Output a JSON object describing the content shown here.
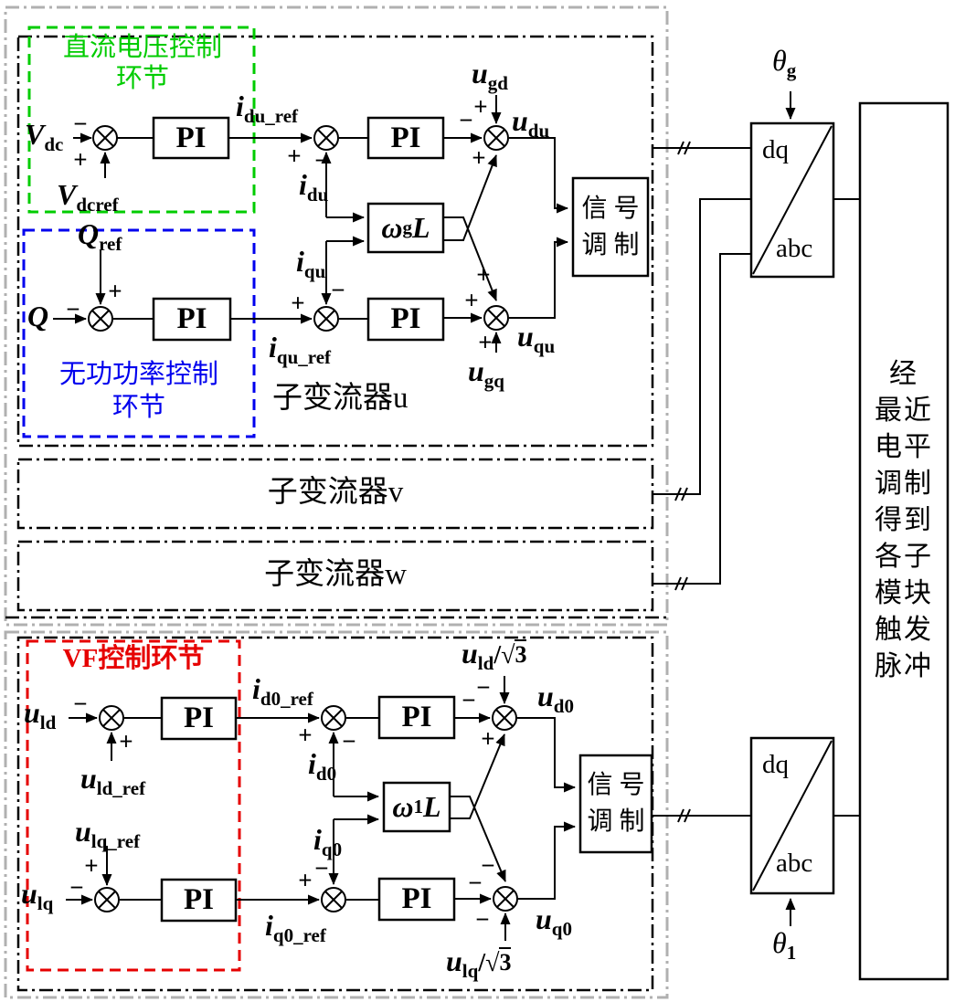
{
  "colors": {
    "green": "#00cc00",
    "blue": "#0000ee",
    "red": "#e60000",
    "gray_border": "#b0b0b0",
    "line": "#000000"
  },
  "signs": {
    "plus": "+",
    "minus": "−"
  },
  "titles": {
    "dc_loop_line1": "直流电压控制",
    "dc_loop_line2": "环节",
    "q_loop_line1": "无功功率控制",
    "q_loop_line2": "环节",
    "vf_loop": "VF控制环节",
    "sub_converter_u": "子变流器u",
    "sub_converter_v": "子变流器v",
    "sub_converter_w": "子变流器w",
    "pi": "PI",
    "signal_mod_line1": "信号",
    "signal_mod_line2": "调制",
    "dq": "dq",
    "abc": "abc",
    "output_lines": [
      "经",
      "最近",
      "电平",
      "调制",
      "得到",
      "各子",
      "模块",
      "触发",
      "脉冲"
    ]
  },
  "math": {
    "vdc": {
      "m": "V",
      "s": "dc"
    },
    "vdcref": {
      "m": "V",
      "s": "dcref"
    },
    "idu_ref": {
      "m": "i",
      "s": "du_ref"
    },
    "idu": {
      "m": "i",
      "s": "du"
    },
    "iqu": {
      "m": "i",
      "s": "qu"
    },
    "ugd": {
      "m": "u",
      "s": "gd"
    },
    "udu": {
      "m": "u",
      "s": "du"
    },
    "ugq": {
      "m": "u",
      "s": "gq"
    },
    "uqu": {
      "m": "u",
      "s": "qu"
    },
    "q": {
      "m": "Q",
      "s": ""
    },
    "qref": {
      "m": "Q",
      "s": "ref"
    },
    "iqu_ref": {
      "m": "i",
      "s": "qu_ref"
    },
    "theta_g": {
      "m": "θ",
      "s": "g"
    },
    "omega_g": {
      "m": "ω",
      "s": "g",
      "post": "L"
    },
    "omega_1": {
      "m": "ω",
      "s": "1",
      "post": "L"
    },
    "uld": {
      "m": "u",
      "s": "ld"
    },
    "uld_ref": {
      "m": "u",
      "s": "ld_ref"
    },
    "ulq": {
      "m": "u",
      "s": "lq"
    },
    "ulq_ref": {
      "m": "u",
      "s": "lq_ref"
    },
    "id0_ref": {
      "m": "i",
      "s": "d0_ref"
    },
    "id0": {
      "m": "i",
      "s": "d0"
    },
    "iq0": {
      "m": "i",
      "s": "q0"
    },
    "iq0_ref": {
      "m": "i",
      "s": "q0_ref"
    },
    "ud0": {
      "m": "u",
      "s": "d0"
    },
    "uq0": {
      "m": "u",
      "s": "q0"
    },
    "uld_sqrt3": {
      "m": "u",
      "s": "ld",
      "rad": "/√",
      "radn": "3"
    },
    "ulq_sqrt3": {
      "m": "u",
      "s": "lq",
      "rad": "/√",
      "radn": "3"
    },
    "theta_1": {
      "m": "θ",
      "s": "1"
    }
  }
}
